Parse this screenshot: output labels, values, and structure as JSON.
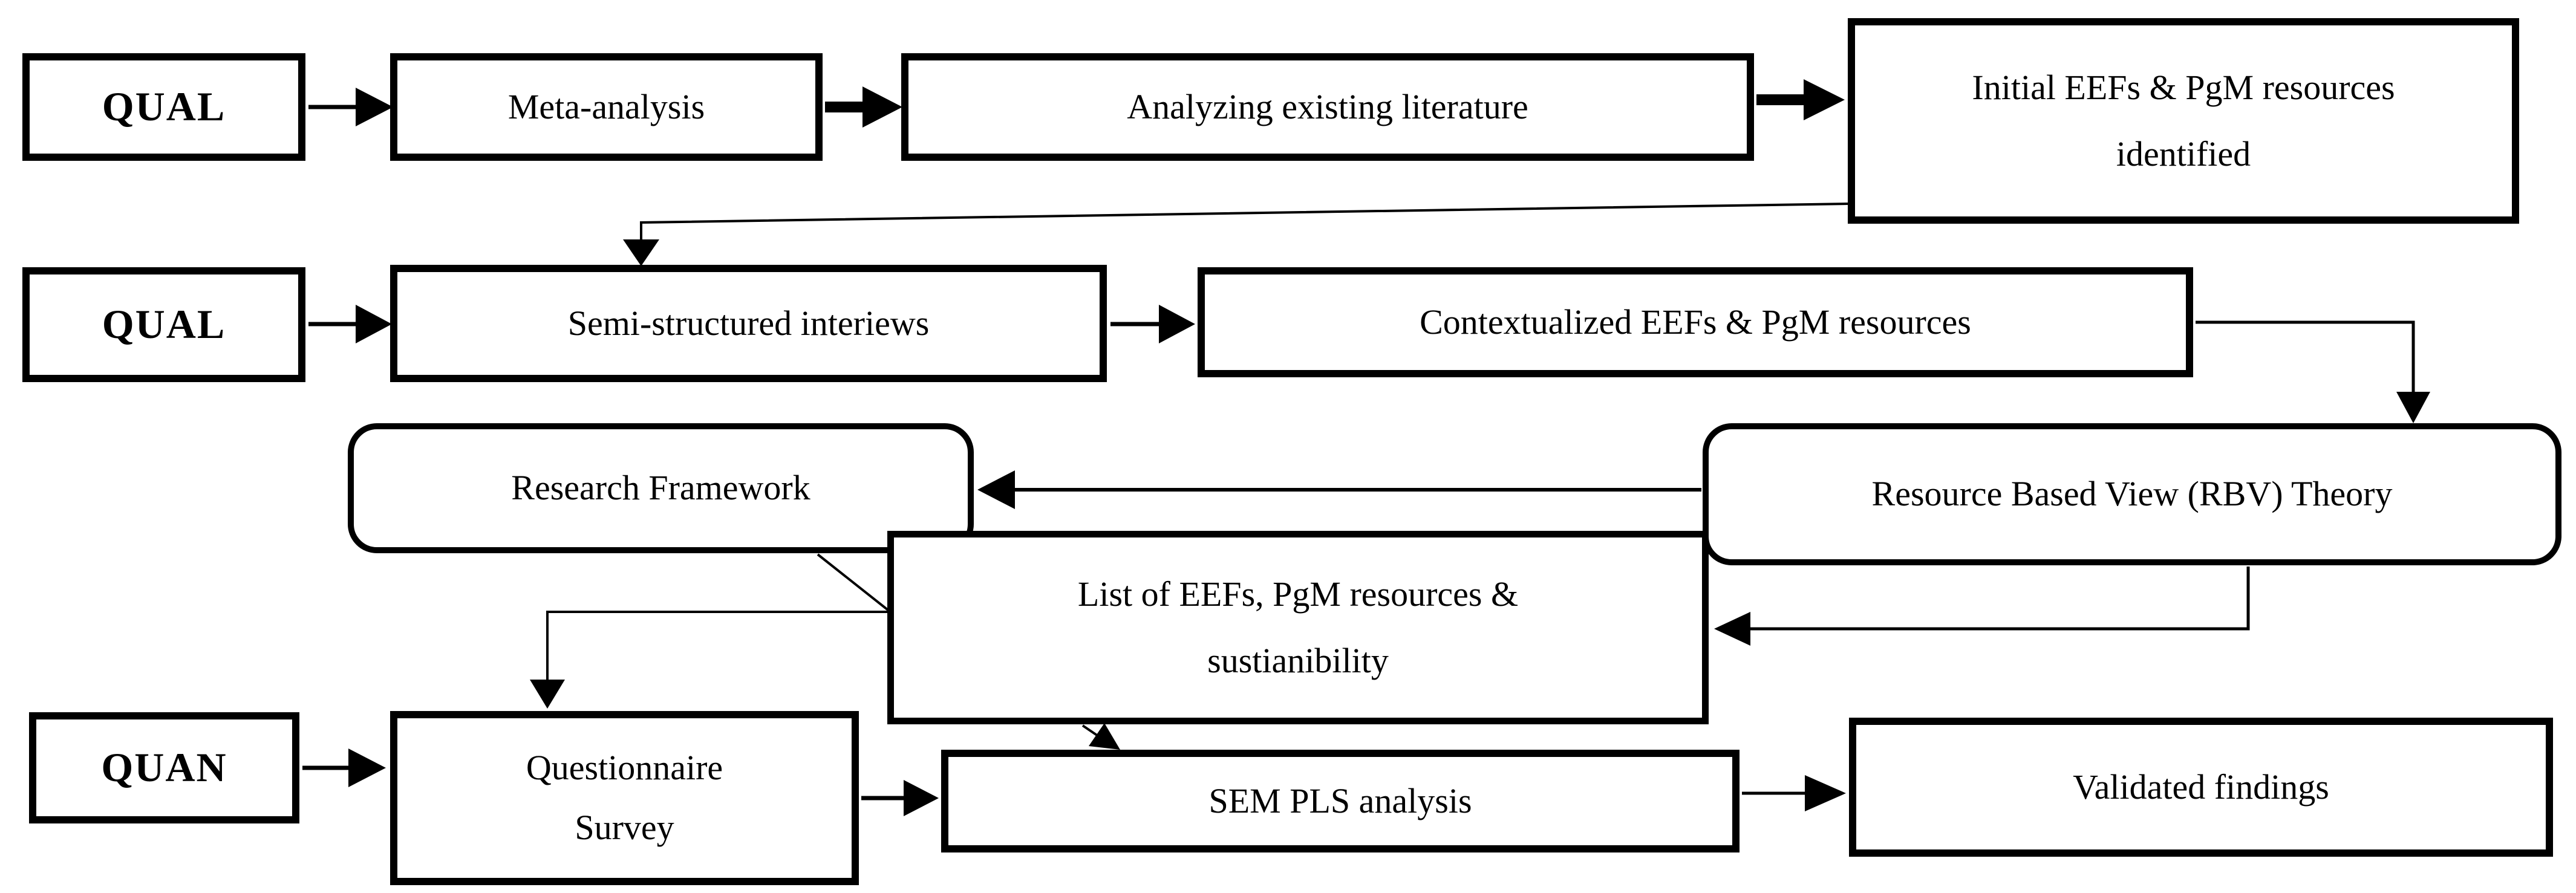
{
  "figure": {
    "type": "flowchart",
    "title": "Research methodology flow diagram",
    "colors": {
      "ink": "#000000",
      "paper": "#ffffff"
    }
  },
  "nodes": {
    "qual1": {
      "label": "QUAL",
      "shape": "rect"
    },
    "meta": {
      "label": "Meta-analysis",
      "shape": "rect"
    },
    "analyzing": {
      "label": "Analyzing existing literature",
      "shape": "rect"
    },
    "initial": {
      "label": "Initial EEFs & PgM resources identified",
      "shape": "rect"
    },
    "qual2": {
      "label": "QUAL",
      "shape": "rect"
    },
    "semi": {
      "label": "Semi-structured interiews",
      "shape": "rect"
    },
    "context": {
      "label": "Contextualized EEFs & PgM resources",
      "shape": "rect"
    },
    "rf": {
      "label": "Research Framework",
      "shape": "rounded-rect"
    },
    "rbv": {
      "label": "Resource Based View (RBV) Theory",
      "shape": "rounded-rect"
    },
    "list": {
      "label": "List of EEFs, PgM resources & sustianibility",
      "shape": "rect"
    },
    "quan": {
      "label": "QUAN",
      "shape": "rect"
    },
    "quest": {
      "label": "Questionnaire Survey",
      "shape": "rect"
    },
    "sem": {
      "label": "SEM PLS analysis",
      "shape": "rect"
    },
    "validated": {
      "label": "Validated findings",
      "shape": "rect"
    }
  },
  "connections": [
    {
      "from": "qual1",
      "to": "meta",
      "style": "thin-arrow"
    },
    {
      "from": "meta",
      "to": "analyzing",
      "style": "thick-arrow"
    },
    {
      "from": "analyzing",
      "to": "initial",
      "style": "thick-arrow"
    },
    {
      "from": "initial",
      "to": "semi",
      "style": "diagonal-elbow-arrow"
    },
    {
      "from": "qual2",
      "to": "semi",
      "style": "thin-arrow"
    },
    {
      "from": "semi",
      "to": "context",
      "style": "thin-arrow"
    },
    {
      "from": "context",
      "to": "rbv",
      "style": "elbow-arrow"
    },
    {
      "from": "rbv",
      "to": "rf",
      "style": "thin-arrow"
    },
    {
      "from": "rbv",
      "to": "list",
      "style": "elbow-arrow"
    },
    {
      "from": "rf",
      "to": "quest",
      "style": "diagonal-elbow-arrow"
    },
    {
      "from": "quan",
      "to": "quest",
      "style": "thin-arrow"
    },
    {
      "from": "list",
      "to": "sem",
      "style": "diagonal-arrow"
    },
    {
      "from": "quest",
      "to": "sem",
      "style": "thin-arrow"
    },
    {
      "from": "sem",
      "to": "validated",
      "style": "thin-arrow"
    }
  ]
}
